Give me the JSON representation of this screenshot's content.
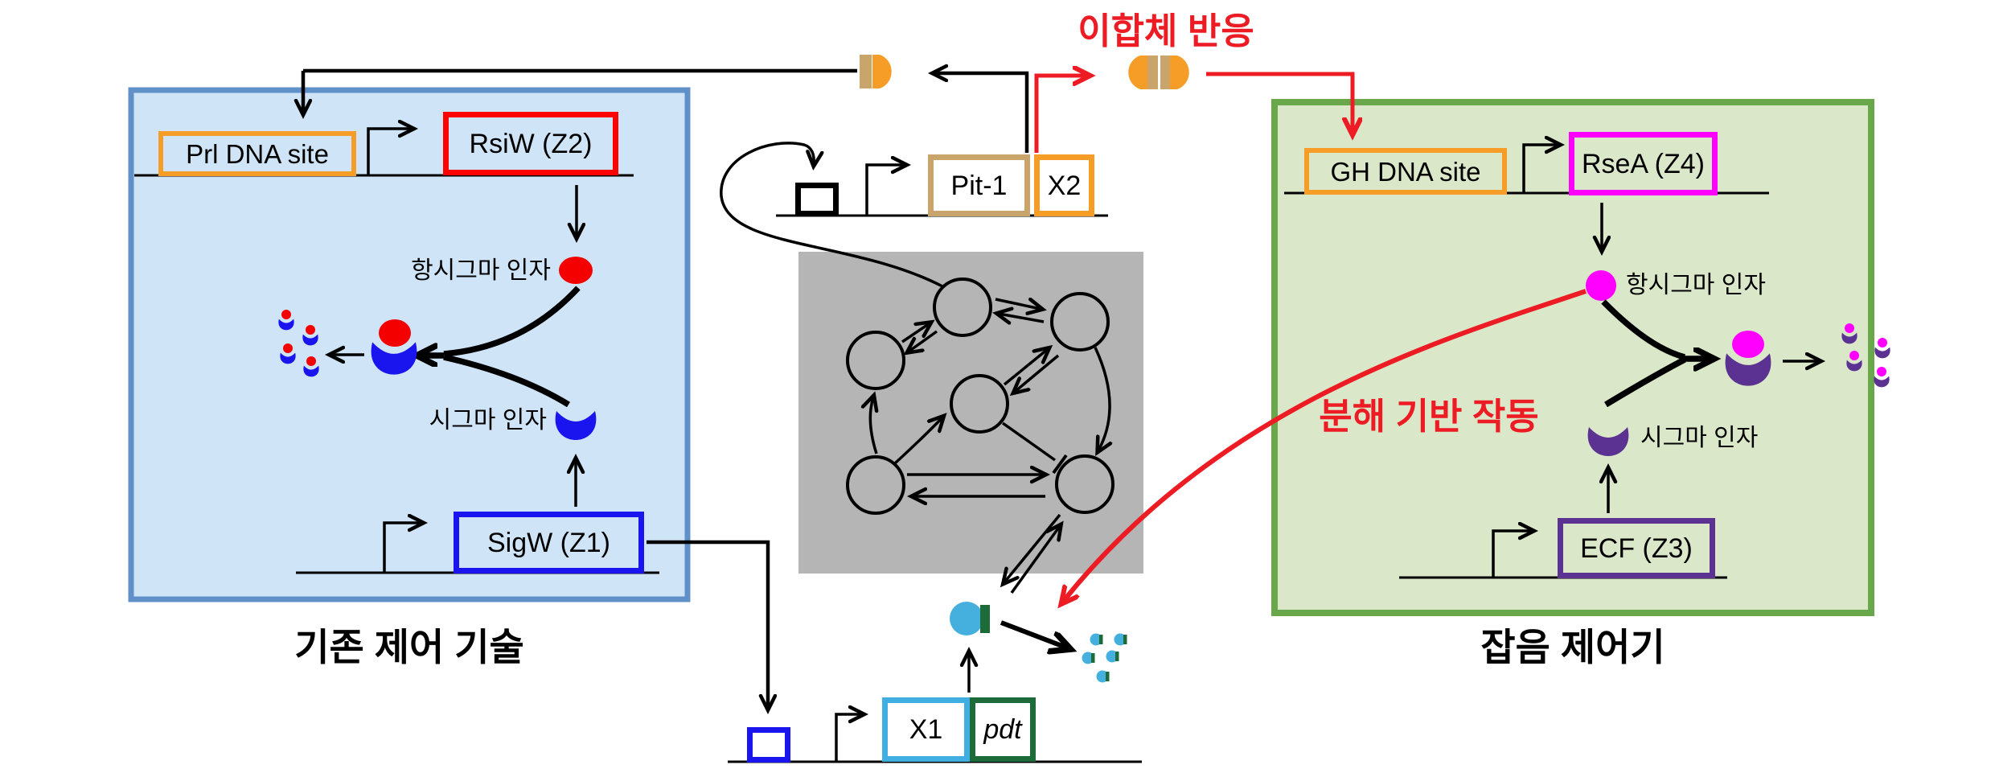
{
  "labels": {
    "dimer_reaction": "이합체 반응",
    "degradation_actuation": "분해 기반 작동",
    "left_caption": "기존 제어 기술",
    "right_caption": "잡음 제어기"
  },
  "left_panel": {
    "dna_site": "Prl DNA site",
    "antisigma_gene": "RsiW (Z2)",
    "anti_sigma_label": "항시그마 인자",
    "sigma_label": "시그마 인자",
    "sigma_gene": "SigW (Z1)"
  },
  "center": {
    "tf_gene": "Pit-1",
    "x2_gene": "X2",
    "x1_gene": "X1",
    "pdt_gene": "pdt"
  },
  "right_panel": {
    "dna_site": "GH DNA site",
    "antisigma_gene": "RseA (Z4)",
    "anti_sigma_label": "항시그마 인자",
    "sigma_label": "시그마 인자",
    "sigma_gene": "ECF (Z3)"
  },
  "colors": {
    "red_accent": "#ed1c24",
    "pure_red": "#f40000",
    "orange": "#f59d27",
    "tan": "#c9a46b",
    "blue_panel_fill": "#cfe4f7",
    "blue_panel_border": "#6090c8",
    "green_panel_fill": "#dae7c9",
    "green_panel_border": "#68a84b",
    "gray_network": "#b5b5b5",
    "blue_element": "#1a15ef",
    "cyan": "#45b0dd",
    "dark_green": "#1e6b3a",
    "magenta": "#ff00fe",
    "purple": "#5b3191"
  }
}
